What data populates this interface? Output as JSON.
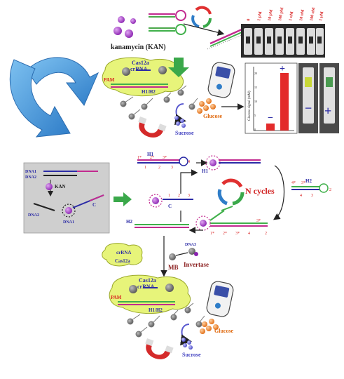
{
  "colors": {
    "arrow_blue": "#3b8fd6",
    "cas_green": "#e7f47a",
    "strip_dark": "#2a2a2a",
    "glucose": "#f08a2c",
    "sucrose": "#5a5ad0",
    "magnet_red": "#d42a2a",
    "bar_red": "#e32b2b",
    "kan_purple": "#a437c8",
    "gel_gray": "#cfcfcf",
    "cycle_red": "#d11f1f"
  },
  "top": {
    "kan_label": "kanamycin (KAN)",
    "cas12a": "Cas12a",
    "crrna": "crRNA",
    "pam": "PAM",
    "h1h2": "H1/H2",
    "glucose": "Glucose",
    "sucrose": "Sucrose",
    "strip_labels": [
      "0",
      "1 pM",
      "10 pM",
      "100 pM",
      "1 nM",
      "10 nM",
      "100 nM",
      "1 μM"
    ],
    "y_axis": "Glucose signal (mM)",
    "y_ticks": [
      "0",
      "5",
      "10",
      "15",
      "20"
    ],
    "minus": "−",
    "plus": "+"
  },
  "middle": {
    "dna1": "DNA1",
    "dna2": "DNA2",
    "dna2_b": "DNA2",
    "dna1_b": "DNA1",
    "kan": "KAN",
    "c": "C",
    "c2": "C",
    "h1": "H1",
    "h1_b": "H1",
    "h2": "H2",
    "h2_b": "H2",
    "n_cycles": "N cycles",
    "numbers_top": [
      "1*",
      "2*",
      "3*",
      "4",
      "3",
      "2",
      "1"
    ],
    "numbers_c": [
      "1",
      "2",
      "3"
    ],
    "numbers_h2": [
      "4*",
      "3*",
      "2",
      "3",
      "4"
    ],
    "numbers_bottom": [
      "1*",
      "2*",
      "3*",
      "4",
      "3*",
      "2"
    ]
  },
  "lower": {
    "crrna": "crRNA",
    "cas12a": "Cas12a",
    "dna3": "DNA3",
    "mb": "MB",
    "invertase": "Invertase"
  },
  "bottom": {
    "cas12a": "Cas12a",
    "crrna": "crRNA",
    "pam": "PAM",
    "h1h2": "H1/H2",
    "glucose": "Glucose",
    "sucrose": "Sucrose"
  }
}
